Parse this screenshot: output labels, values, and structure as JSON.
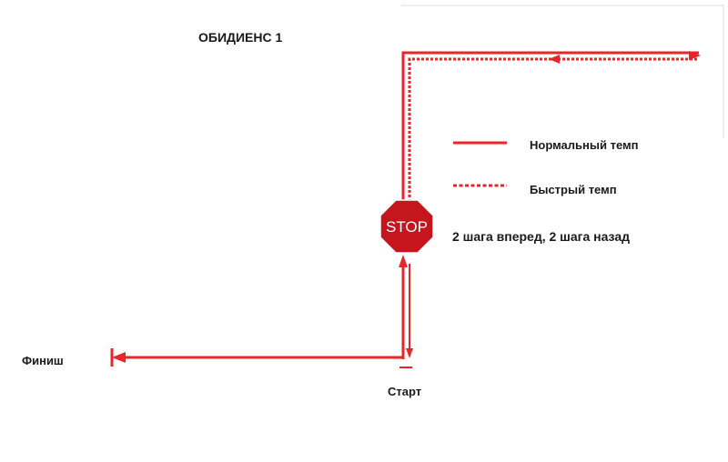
{
  "title": "ОБИДИЕНС 1",
  "legend": {
    "normal": "Нормальный темп",
    "fast": "Быстрый темп"
  },
  "stop_sign": "STOP",
  "stop_note": "2 шага вперед, 2 шага назад",
  "finish": "Финиш",
  "start": "Старт",
  "colors": {
    "route": "#e8262a",
    "stop_sign": "#c4161c",
    "stop_text": "#ffffff"
  },
  "icons": [
    "stop-sign-icon",
    "arrow-icon"
  ]
}
